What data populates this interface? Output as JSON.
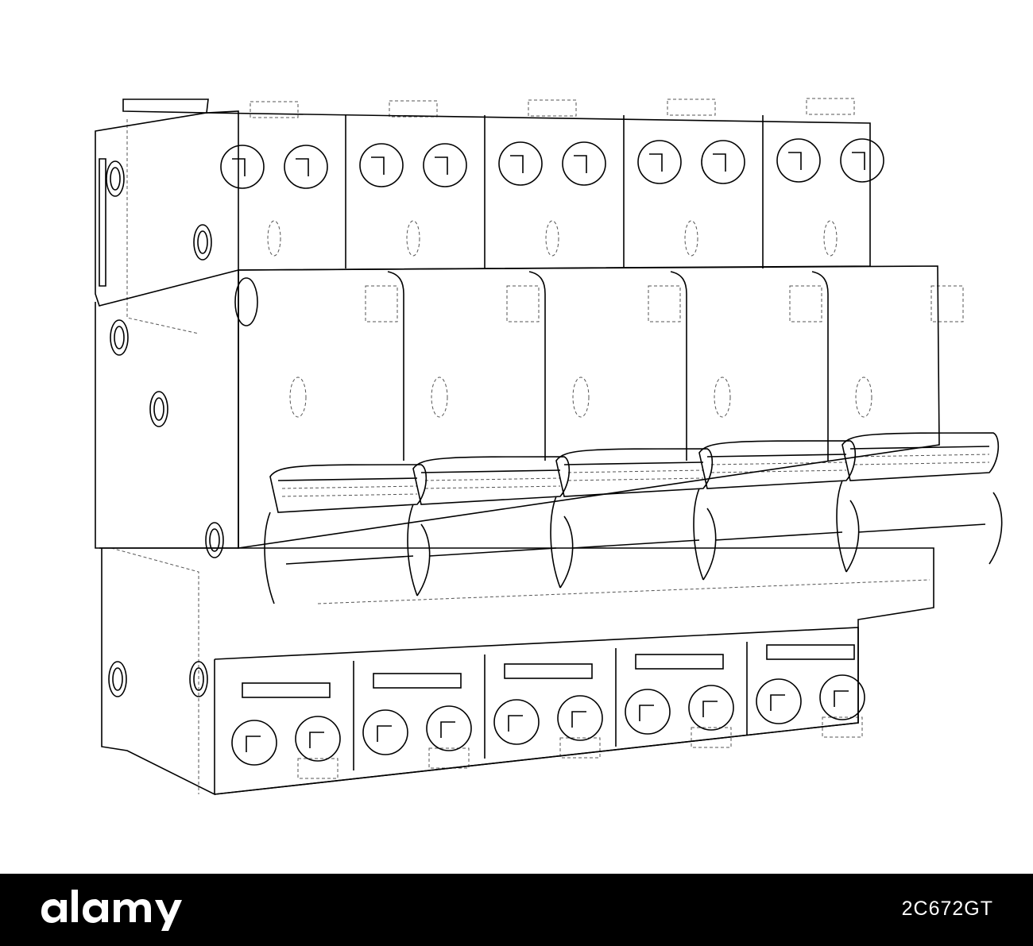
{
  "illustration": {
    "subject_icon": "circuit-breaker-block-icon",
    "pole_count": 5,
    "line_color": "#000000",
    "hidden_line_color": "#555555",
    "background_color": "#ffffff"
  },
  "footer": {
    "brand_name": "alamy",
    "image_id": "2C672GT",
    "background_color": "#000000",
    "text_color": "#ffffff"
  }
}
